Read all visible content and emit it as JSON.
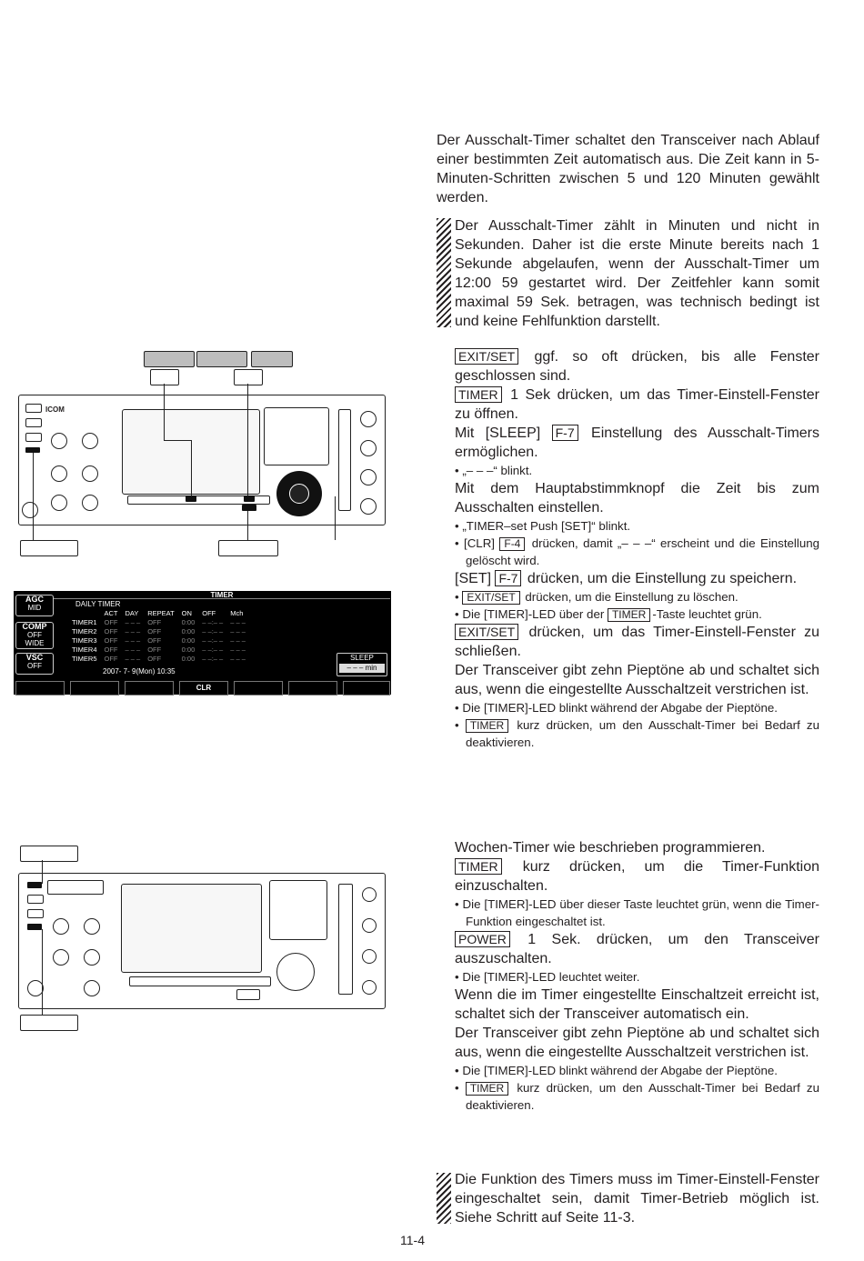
{
  "intro": "Der Ausschalt-Timer schaltet den Transceiver nach Ablauf einer bestimmten Zeit automatisch aus. Die Zeit kann in 5-Minuten-Schritten zwischen 5 und 120 Minuten gewählt werden.",
  "note1": "Der Ausschalt-Timer zählt in Minuten und nicht in Sekunden. Daher ist die erste Minute bereits nach 1 Sekunde abgelaufen, wenn der Ausschalt-Timer um 12:00 59 gestartet wird. Der Zeitfehler kann somit maximal 59 Sek. betragen, was technisch bedingt ist und keine Fehlfunktion darstellt.",
  "keys": {
    "exitset": "EXIT/SET",
    "timer": "TIMER",
    "f7": "F-7",
    "f4": "F-4",
    "power": "POWER"
  },
  "s1": {
    "a": "ggf. so oft drücken, bis alle Fenster geschlossen sind.",
    "b": "1 Sek drücken, um das Timer-Einstell-Fenster zu öffnen.",
    "c_pre": "Mit [SLEEP]",
    "c": "Einstellung des Ausschalt-Timers ermöglichen.",
    "c_b1": "• „– – –“ blinkt.",
    "d": "Mit dem Hauptabstimmknopf die Zeit bis zum Ausschalten einstellen.",
    "d_b1": "• „TIMER–set Push [SET]“ blinkt.",
    "d_b2_pre": "• [CLR]",
    "d_b2": "drücken, damit „– – –“ erscheint und die Einstellung gelöscht wird.",
    "e_pre": "[SET]",
    "e": "drücken, um die Einstellung zu speichern.",
    "e_b1_pre": "•",
    "e_b1": "drücken, um die Einstellung zu löschen.",
    "e_b2_pre": "• Die [TIMER]-LED über der",
    "e_b2": "-Taste leuchtet grün.",
    "f": "drücken, um das Timer-Einstell-Fenster zu schließen.",
    "g": "Der Transceiver gibt  zehn Pieptöne ab und schaltet sich aus, wenn die eingestellte Ausschaltzeit verstrichen ist.",
    "g_b1": "• Die [TIMER]-LED blinkt während der Abgabe der Pieptöne.",
    "g_b2_pre": "•",
    "g_b2": "kurz drücken, um den Ausschalt-Timer bei Bedarf zu deaktivieren."
  },
  "s2": {
    "a": "Wochen-Timer wie beschrieben programmieren.",
    "b": "kurz drücken, um die Timer-Funktion einzuschalten.",
    "b_b1": "• Die [TIMER]-LED über dieser Taste leuchtet grün, wenn die Timer-Funktion eingeschaltet ist.",
    "c": "1 Sek. drücken, um den Transceiver auszuschalten.",
    "c_b1": "• Die [TIMER]-LED leuchtet weiter.",
    "d": "Wenn die im Timer eingestellte Einschaltzeit erreicht ist, schaltet sich der Transceiver automatisch ein.",
    "e": "Der Transceiver gibt zehn Pieptöne ab und schaltet sich aus, wenn die eingestellte Ausschaltzeit verstrichen ist.",
    "e_b1": "• Die [TIMER]-LED blinkt während der Abgabe der Pieptöne.",
    "e_b2_pre": "•",
    "e_b2": "kurz drücken, um den Ausschalt-Timer bei Bedarf zu deaktivieren."
  },
  "note2": "Die Funktion des Timers muss im Timer-Einstell-Fenster eingeschaltet sein, damit Timer-Betrieb möglich ist. Siehe Schritt      auf Seite 11-3.",
  "page_number": "11-4",
  "radio_logo": "ICOM",
  "timer_screen": {
    "title": "TIMER",
    "subtitle": "DAILY  TIMER",
    "side": [
      {
        "top": "AGC",
        "sub": "MID"
      },
      {
        "top": "COMP",
        "sub": "OFF",
        "sub2": "WIDE"
      },
      {
        "top": "VSC",
        "sub": "OFF"
      }
    ],
    "headers": [
      "ACT",
      "DAY",
      "REPEAT",
      "ON",
      "OFF",
      "Mch"
    ],
    "rows": [
      [
        "TIMER1",
        "OFF",
        "– – –",
        "OFF",
        "0:00",
        "– –:– –",
        "– – –"
      ],
      [
        "TIMER2",
        "OFF",
        "– – –",
        "OFF",
        "0:00",
        "– –:– –",
        "– – –"
      ],
      [
        "TIMER3",
        "OFF",
        "– – –",
        "OFF",
        "0:00",
        "– –:– –",
        "– – –"
      ],
      [
        "TIMER4",
        "OFF",
        "– – –",
        "OFF",
        "0:00",
        "– –:– –",
        "– – –"
      ],
      [
        "TIMER5",
        "OFF",
        "– – –",
        "OFF",
        "0:00",
        "– –:– –",
        "– – –"
      ]
    ],
    "sleep_label": "SLEEP",
    "sleep_value": "– – –  min",
    "datetime": "2007-  7-  9(Mon)  10:35",
    "clr": "CLR"
  }
}
